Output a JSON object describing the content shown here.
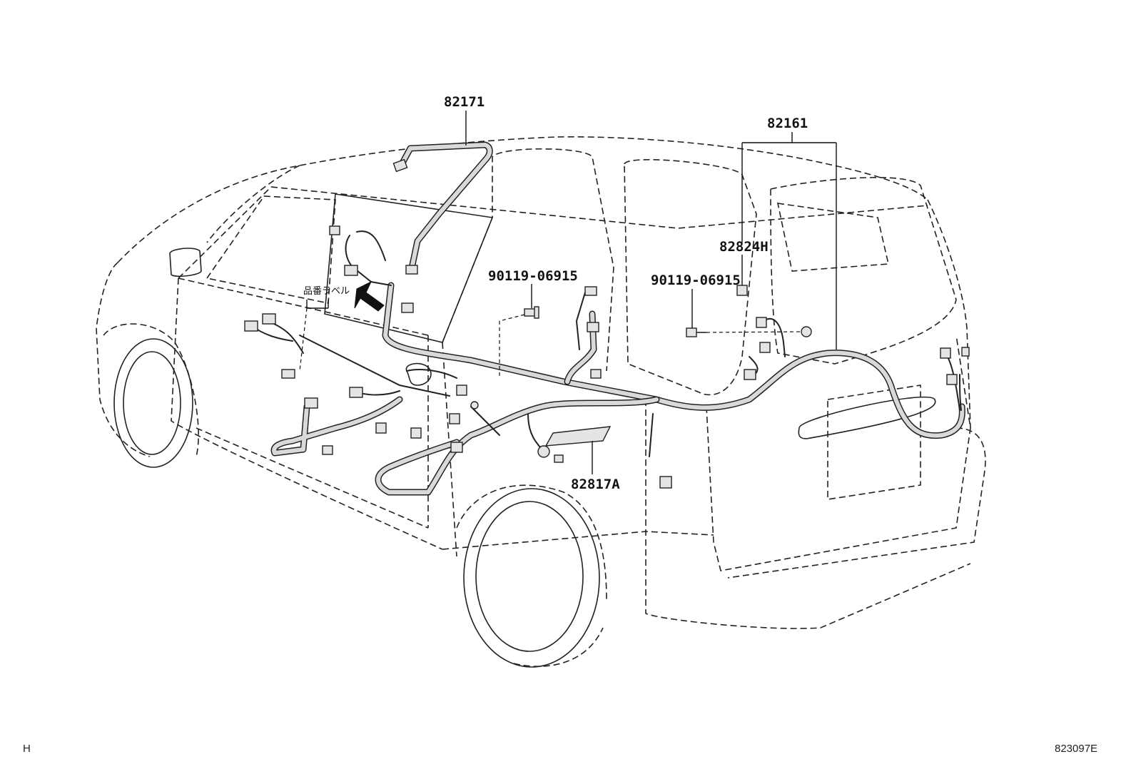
{
  "diagram": {
    "part_labels": {
      "roof_harness": "82171",
      "rear_harness": "82161",
      "clamp_right": "82824H",
      "bolt_left": "90119-06915",
      "bolt_right": "90119-06915",
      "label_part": "82817A"
    },
    "japanese_label": "品番ラベル",
    "corner_left": "H",
    "corner_right": "823097E"
  }
}
